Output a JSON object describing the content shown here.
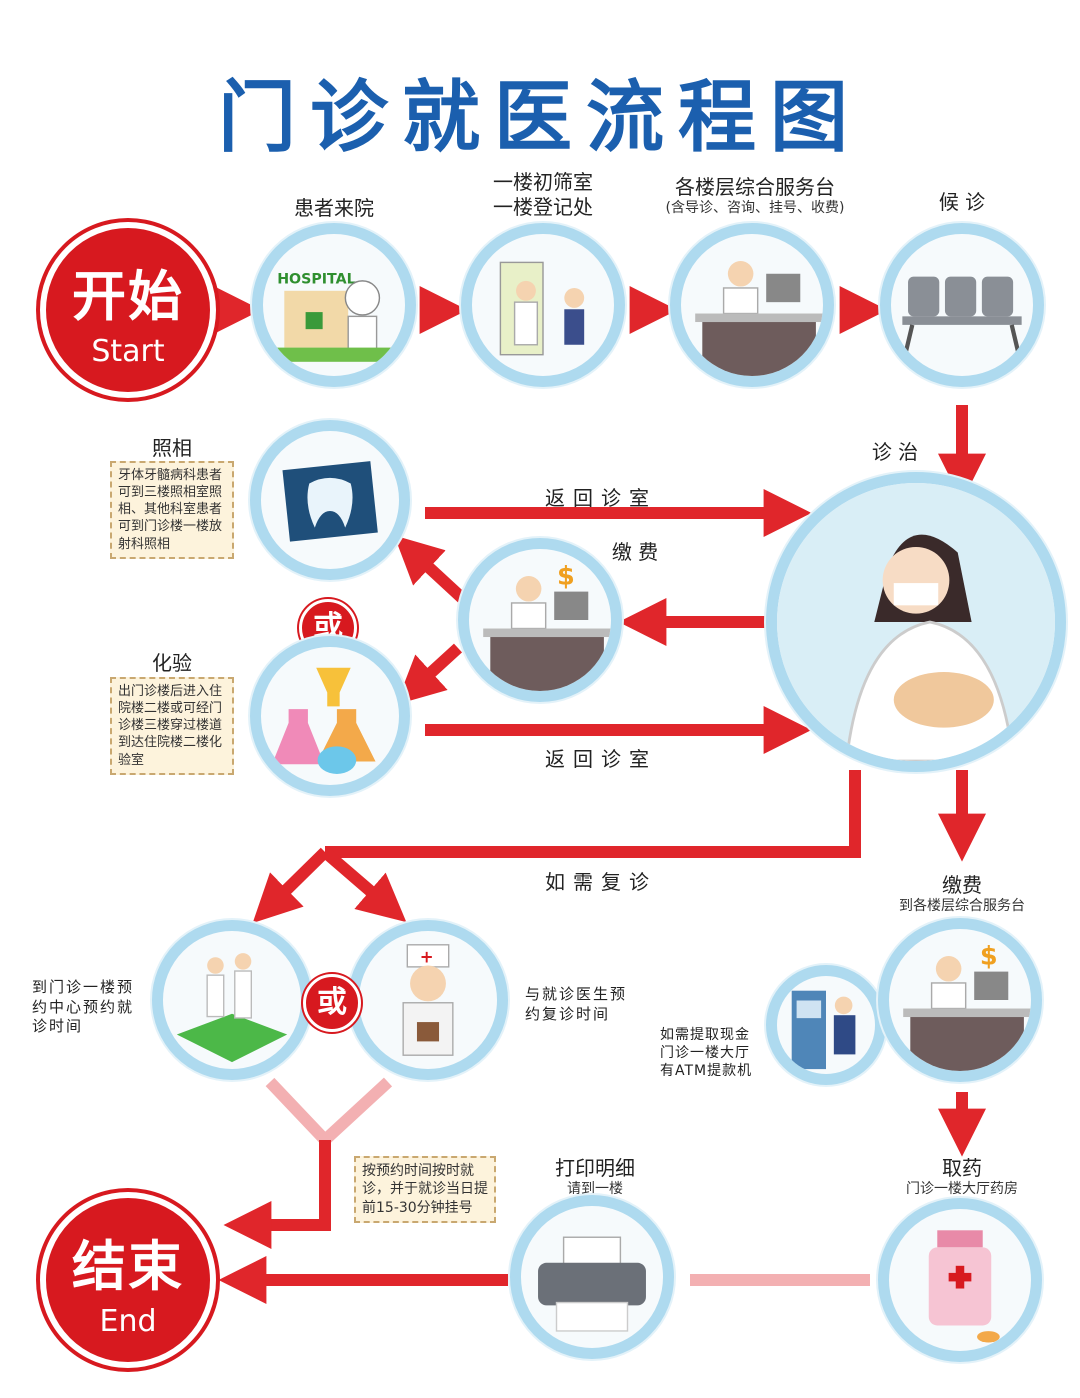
{
  "title": "门诊就医流程图",
  "colors": {
    "title": "#1b5fae",
    "arrow": "#e0262b",
    "ring": "#aedaef",
    "terminal": "#d7191f"
  },
  "start": {
    "cn": "开始",
    "en": "Start"
  },
  "end": {
    "cn": "结束",
    "en": "End"
  },
  "steps": {
    "arrive": {
      "label": "患者来院",
      "sign": "HOSPITAL"
    },
    "triage": {
      "line1": "一楼初筛室",
      "line2": "一楼登记处"
    },
    "service_desk": {
      "label": "各楼层综合服务台",
      "sub": "(含导诊、咨询、挂号、收费)"
    },
    "waiting": {
      "label": "候 诊"
    },
    "treatment": {
      "label": "诊 治"
    },
    "photo": {
      "label": "照相",
      "note": "牙体牙髓病科患者可到三楼照相室照相、其他科室患者可到门诊楼一楼放射科照相"
    },
    "lab": {
      "label": "化验",
      "note": "出门诊楼后进入住院楼二楼或可经门诊楼三楼穿过楼道到达住院楼二楼化验室"
    },
    "pay_mid": {
      "label": "缴 费"
    },
    "pay_right": {
      "label": "缴费",
      "sub": "到各楼层综合服务台"
    },
    "atm": {
      "note": "如需提取现金门诊一楼大厅有ATM提款机"
    },
    "medicine": {
      "label": "取药",
      "sub": "门诊一楼大厅药房"
    },
    "print": {
      "label": "打印明细",
      "sub": "请到一楼"
    },
    "reserve_center": {
      "note": "到门诊一楼预约中心预约就诊时间"
    },
    "reserve_doctor": {
      "note": "与就诊医生预约复诊时间"
    },
    "appointment_note": "按预约时间按时就诊，并于就诊当日提前15-30分钟挂号"
  },
  "paths": {
    "return1": "返回诊室",
    "return2": "返回诊室",
    "revisit": "如需复诊"
  },
  "or_label": "或"
}
